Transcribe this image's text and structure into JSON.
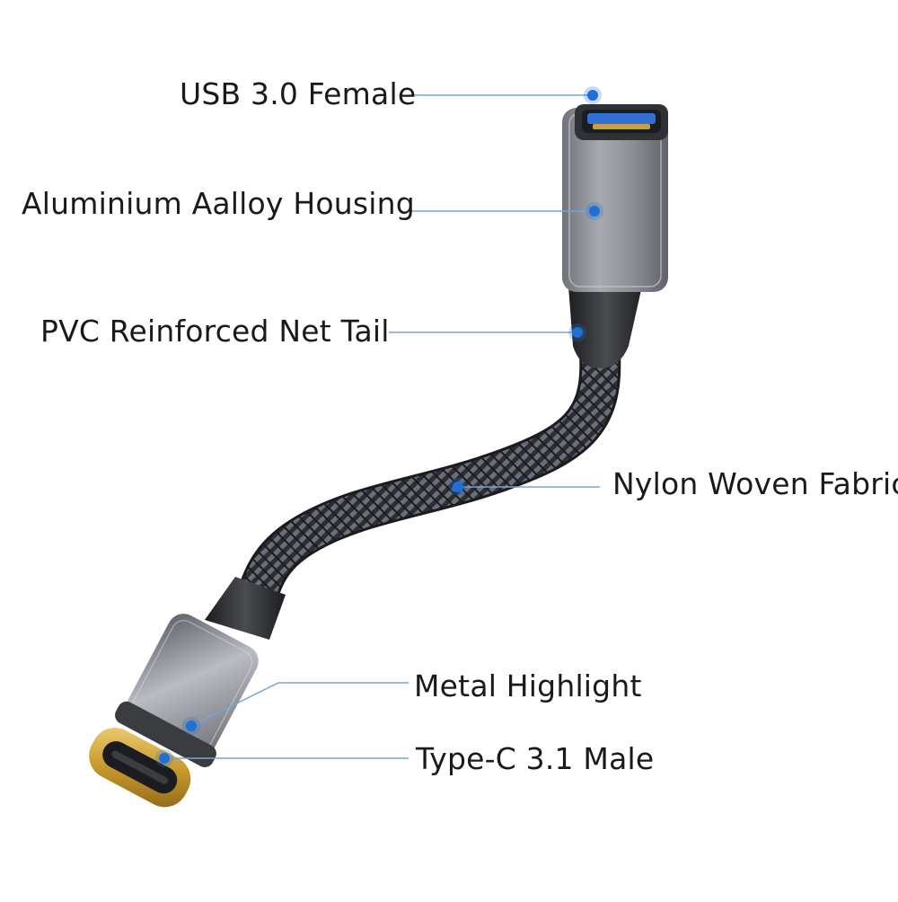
{
  "callouts": {
    "usb_female": "USB 3.0 Female",
    "housing": "Aluminium Aalloy Housing",
    "tail": "PVC Reinforced Net Tail",
    "nylon": "Nylon Woven Fabric",
    "metal": "Metal Highlight",
    "typec": "Type-C 3.1 Male"
  },
  "colors": {
    "marker_dot": "#1f6fd8",
    "leader_line": "#7aa3d6",
    "housing_gray": "#8a8d93",
    "braid_dark": "#2a2d33",
    "gold_plug": "#d8b24a"
  }
}
